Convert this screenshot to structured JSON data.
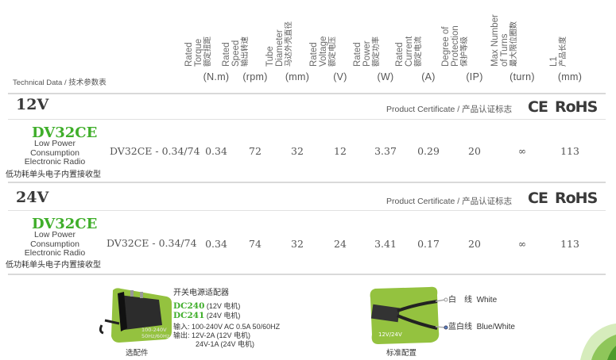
{
  "header": {
    "technical_data": "Technical Data / 技术参数表",
    "columns": [
      {
        "en": [
          "Rated",
          "Torque"
        ],
        "cn": "额定扭距",
        "unit": "(N.m)"
      },
      {
        "en": [
          "Rated",
          "Speed"
        ],
        "cn": "输出转速",
        "unit": "(rpm)"
      },
      {
        "en": [
          "Tube",
          "Diameter"
        ],
        "cn": "马达外壳直径",
        "unit": "(mm)"
      },
      {
        "en": [
          "Rated",
          "Voltage"
        ],
        "cn": "额定电压",
        "unit": "(V)"
      },
      {
        "en": [
          "Rated",
          "Power"
        ],
        "cn": "额定功率",
        "unit": "(W)"
      },
      {
        "en": [
          "Rated",
          "Current"
        ],
        "cn": "额定电流",
        "unit": "(A)"
      },
      {
        "en": [
          "Degree of",
          "Protection"
        ],
        "cn": "保护等级",
        "unit": "(IP)"
      },
      {
        "en": [
          "Max Number",
          "of Turns"
        ],
        "cn": "最大限位圈数",
        "unit": "(turn)"
      },
      {
        "en": [
          "L1"
        ],
        "cn": "产品长度",
        "unit": "(mm)"
      }
    ]
  },
  "certificate_label": "Product Certificate / 产品认证标志",
  "ce_mark": "CE",
  "rohs_mark": "RoHS",
  "sections": [
    {
      "voltage": "12V",
      "model": "DV32CE",
      "desc_en": [
        "Low Power",
        "Consumption",
        "Electronic Radio"
      ],
      "desc_cn": "低功耗单头电子内置接收型",
      "sku": "DV32CE - 0.34/74",
      "values": [
        "0.34",
        "72",
        "32",
        "12",
        "3.37",
        "0.29",
        "20",
        "∞",
        "113"
      ]
    },
    {
      "voltage": "24V",
      "model": "DV32CE",
      "desc_en": [
        "Low Power",
        "Consumption",
        "Electronic Radio"
      ],
      "desc_cn": "低功耗单头电子内置接收型",
      "sku": "DV32CE - 0.34/74",
      "values": [
        "0.34",
        "74",
        "32",
        "24",
        "3.41",
        "0.17",
        "20",
        "∞",
        "113"
      ]
    }
  ],
  "adapter": {
    "title": "开关电源适配器",
    "dc240": "DC240",
    "dc240_note": "(12V 电机)",
    "dc241": "DC241",
    "dc241_note": "(24V 电机)",
    "input": "输入: 100-240V AC 0.5A  50/60HZ",
    "output1": "输出: 12V-2A (12V 电机)",
    "output2": "24V-1A (24V 电机)",
    "sticker": [
      "100-240V",
      "50Hz/60Hz"
    ],
    "caption": "选配件"
  },
  "cable": {
    "white_cn": "白　线",
    "white_en": "White",
    "blue_cn": "蓝白线",
    "blue_en": "Blue/White",
    "label": "12V/24V",
    "caption": "标准配置"
  },
  "colors": {
    "accent": "#3fae2a",
    "separator": "#d9d9d9",
    "text": "#555555"
  }
}
